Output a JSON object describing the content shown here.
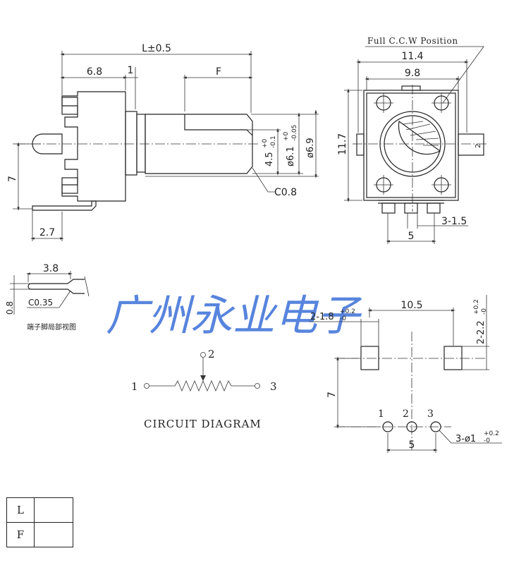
{
  "side_view": {
    "dim_length": "L±0.5",
    "dim_6_8": "6.8",
    "dim_1": "1",
    "dim_F": "F",
    "dim_4_5": "4.5",
    "dim_4_5_tol_top": "+0",
    "dim_4_5_tol_bot": "-0.1",
    "dim_6_1": "ø6.1",
    "dim_6_1_tol_top": "+0",
    "dim_6_1_tol_bot": "-0.05",
    "dim_6_9": "ø6.9",
    "dim_7": "7",
    "dim_2_7": "2.7",
    "chamfer": "C0.8"
  },
  "front_view": {
    "position_label": "Full C.C.W Position",
    "dim_11_4": "11.4",
    "dim_9_8": "9.8",
    "dim_11_7": "11.7",
    "dim_2": "2",
    "dim_3_1_5": "3-1.5",
    "dim_5": "5"
  },
  "terminal_detail": {
    "dim_3_8": "3.8",
    "dim_0_8": "0.8",
    "chamfer": "C0.35",
    "caption": "端子脚局部视图"
  },
  "watermark": "广州永业电子",
  "circuit": {
    "pin1": "1",
    "pin2": "2",
    "pin3": "3",
    "caption": "CIRCUIT DIAGRAM"
  },
  "footprint": {
    "dim_2_1_8": "2-1.8",
    "dim_2_1_8_tol_top": "+0.2",
    "dim_2_1_8_tol_bot": "-0",
    "dim_10_5": "10.5",
    "dim_2_2": "2-2.2",
    "dim_2_2_tol_top": "+0.2",
    "dim_2_2_tol_bot": "-0",
    "dim_7": "7",
    "pin1": "1",
    "pin2": "2",
    "pin3": "3",
    "dim_5": "5",
    "dim_3_hole": "3-ø1",
    "dim_3_hole_tol_top": "+0.2",
    "dim_3_hole_tol_bot": "-0"
  },
  "spec_table": {
    "rows": [
      {
        "key": "L",
        "value": ""
      },
      {
        "key": "F",
        "value": ""
      }
    ]
  }
}
